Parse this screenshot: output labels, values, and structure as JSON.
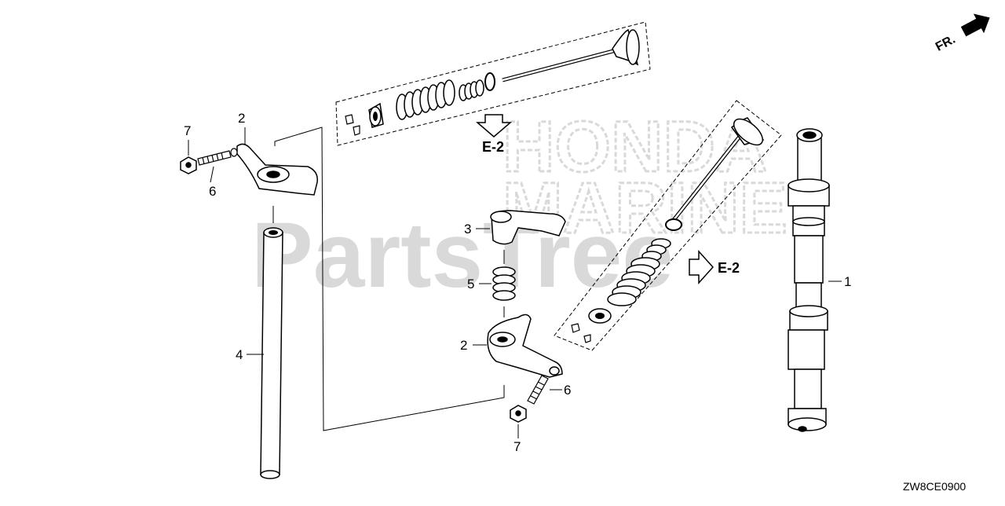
{
  "watermark": {
    "brand_top": "HONDA",
    "brand_bottom": "MARINE",
    "site": "PartsTree"
  },
  "direction": {
    "label": "FR."
  },
  "references": {
    "upper": "E-2",
    "right": "E-2"
  },
  "diagram_code": "ZW8CE0900",
  "callouts": {
    "c1": "1",
    "c2_top": "2",
    "c2_bottom": "2",
    "c3": "3",
    "c4": "4",
    "c5": "5",
    "c6_top": "6",
    "c6_bottom": "6",
    "c7_top": "7",
    "c7_bottom": "7"
  }
}
